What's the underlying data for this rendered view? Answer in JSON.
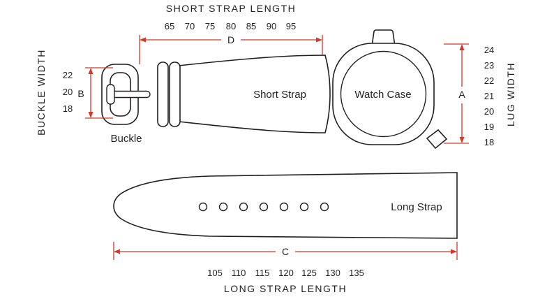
{
  "colors": {
    "line": "#231f20",
    "dimension": "#d0392b",
    "background": "#ffffff"
  },
  "top_axis": {
    "title": "SHORT STRAP LENGTH",
    "ticks": [
      "65",
      "70",
      "75",
      "80",
      "85",
      "90",
      "95"
    ],
    "dim_label": "D"
  },
  "left_axis": {
    "title": "BUCKLE WIDTH",
    "ticks": [
      "22",
      "20",
      "18"
    ],
    "dim_label": "B"
  },
  "right_axis": {
    "title": "LUG WIDTH",
    "ticks": [
      "24",
      "23",
      "22",
      "21",
      "20",
      "19",
      "18"
    ],
    "dim_label": "A"
  },
  "bottom_axis": {
    "title": "LONG STRAP LENGTH",
    "ticks": [
      "105",
      "110",
      "115",
      "120",
      "125",
      "130",
      "135"
    ],
    "dim_label": "C"
  },
  "parts": {
    "buckle": "Buckle",
    "short_strap": "Short Strap",
    "watch_case": "Watch Case",
    "long_strap": "Long Strap"
  }
}
